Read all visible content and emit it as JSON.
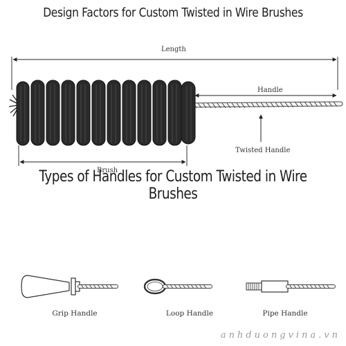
{
  "titles": {
    "design_factors": "Design Factors for Custom Twisted in Wire Brushes",
    "handle_types": "Types of Handles for Custom Twisted in Wire Brushes"
  },
  "dimension_labels": {
    "length": "Length",
    "handle": "Handle",
    "twisted_handle": "Twisted Handle",
    "brush": "Brush"
  },
  "handle_types": [
    {
      "label": "Grip Handle"
    },
    {
      "label": "Loop Handle"
    },
    {
      "label": "Pipe Handle"
    }
  ],
  "watermark": "anhduongvina.vn"
}
